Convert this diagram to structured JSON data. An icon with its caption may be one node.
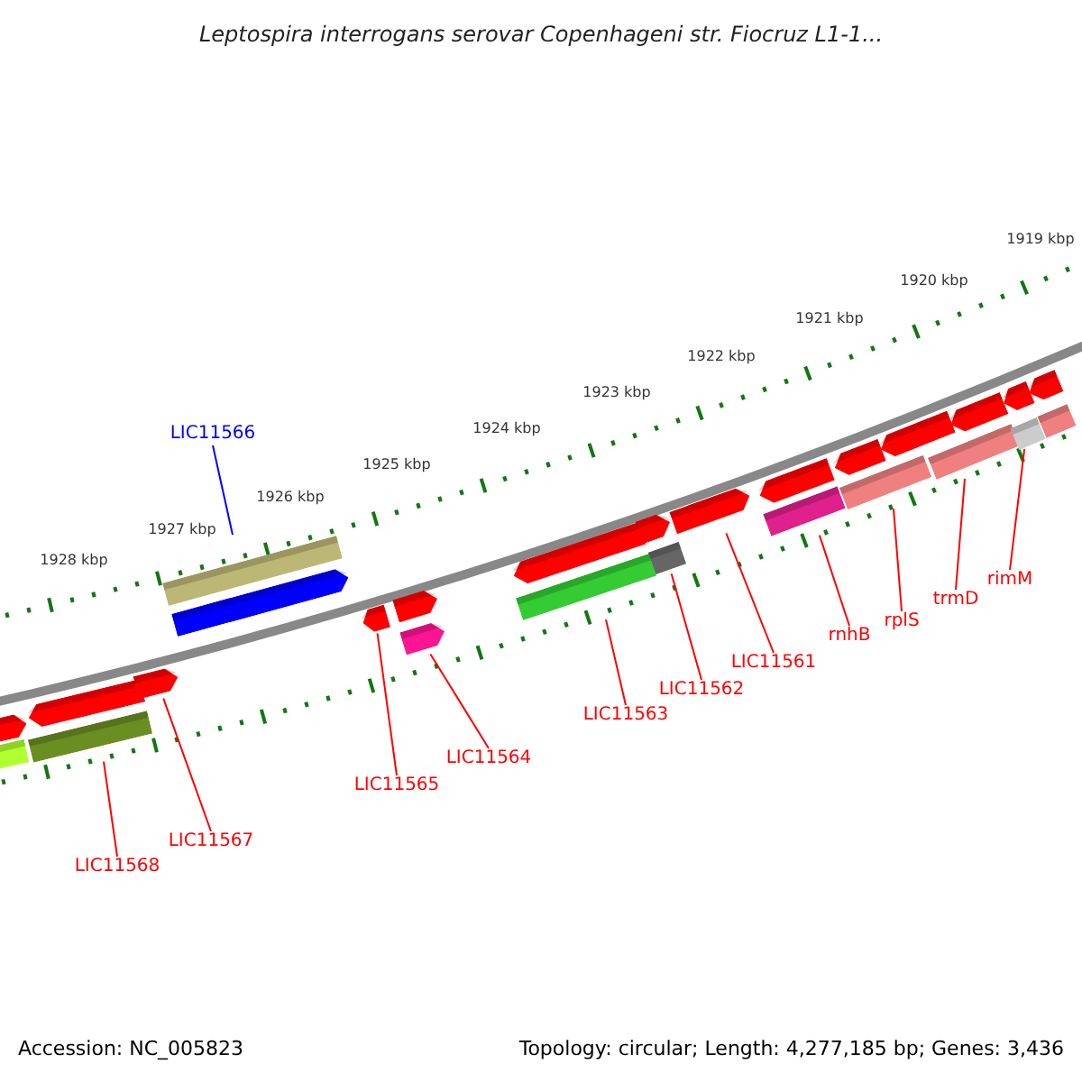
{
  "diagram": {
    "title": "Leptospira interrogans serovar Copenhageni str. Fiocruz L1-1...",
    "nodes": [
      {
        "text": [
          "LIC11566"
        ]
      },
      {
        "text": [
          "LIC11568"
        ]
      },
      {
        "text": [
          "LIC11567"
        ]
      },
      {
        "text": [
          "LIC11565"
        ]
      },
      {
        "text": [
          "LIC11564"
        ]
      },
      {
        "text": [
          "LIC11563"
        ]
      },
      {
        "text": [
          "LIC11562"
        ]
      },
      {
        "text": [
          "LIC11561"
        ]
      },
      {
        "text": [
          "rnhB"
        ]
      },
      {
        "text": [
          "rplS"
        ]
      },
      {
        "text": [
          "trmD"
        ]
      },
      {
        "text": [
          "rimM"
        ]
      },
      {
        "text": [],
        "shape": "bar"
      },
      {
        "text": [],
        "shape": "bar"
      },
      {
        "text": [],
        "shape": "bar"
      },
      {
        "text": [],
        "shape": "bar"
      },
      {
        "text": [],
        "shape": "bar"
      },
      {
        "text": [],
        "shape": "bar"
      },
      {
        "text": [],
        "shape": "bar"
      },
      {
        "text": [],
        "shape": "bar"
      },
      {
        "text": [],
        "shape": "bar"
      },
      {
        "text": [],
        "shape": "bar"
      },
      {
        "text": [],
        "shape": "bar"
      },
      {
        "text": [],
        "shape": "bar"
      },
      {
        "text": [],
        "shape": "bar"
      },
      {
        "text": [],
        "shape": "bar"
      },
      {
        "text": [],
        "shape": "bar"
      },
      {
        "text": [],
        "shape": "bar"
      },
      {
        "text": [],
        "shape": "bar"
      },
      {
        "text": [],
        "shape": "bar"
      },
      {
        "text": [],
        "shape": "bar"
      },
      {
        "text": [],
        "shape": "bar"
      },
      {
        "text": [],
        "shape": "bar"
      },
      {
        "text": [],
        "shape": "bar"
      },
      {
        "text": [],
        "shape": "bar"
      },
      {
        "text": [],
        "shape": "bar"
      },
      {
        "text": [],
        "shape": "bar"
      },
      {
        "text": [],
        "shape": "bar"
      }
    ],
    "edges": [
      {
        "from": 0,
        "to": 17,
        "arrow": "none",
        "color": "#0000ff"
      },
      {
        "from": 1,
        "to": 15,
        "arrow": "none"
      },
      {
        "from": 2,
        "to": 16,
        "arrow": "none"
      },
      {
        "from": 3,
        "to": 19,
        "arrow": "none"
      },
      {
        "from": 4,
        "to": 21,
        "arrow": "none"
      },
      {
        "from": 5,
        "to": 23,
        "arrow": "none"
      },
      {
        "from": 6,
        "to": 25,
        "arrow": "none"
      },
      {
        "from": 7,
        "to": 26,
        "arrow": "none"
      },
      {
        "from": 8,
        "to": 28,
        "arrow": "none"
      },
      {
        "from": 9,
        "to": 30,
        "arrow": "none"
      },
      {
        "from": 10,
        "to": 32,
        "arrow": "none"
      },
      {
        "from": 11,
        "to": 35,
        "arrow": "none"
      }
    ],
    "labels": [
      "1919 kbp",
      "1920 kbp",
      "1921 kbp",
      "1922 kbp",
      "1923 kbp",
      "1924 kbp",
      "1925 kbp",
      "1926 kbp",
      "1927 kbp",
      "1928 kbp",
      "Accession: NC_005823",
      "Topology: circular; Length: 4,277,185 bp; Genes: 3,436"
    ]
  }
}
